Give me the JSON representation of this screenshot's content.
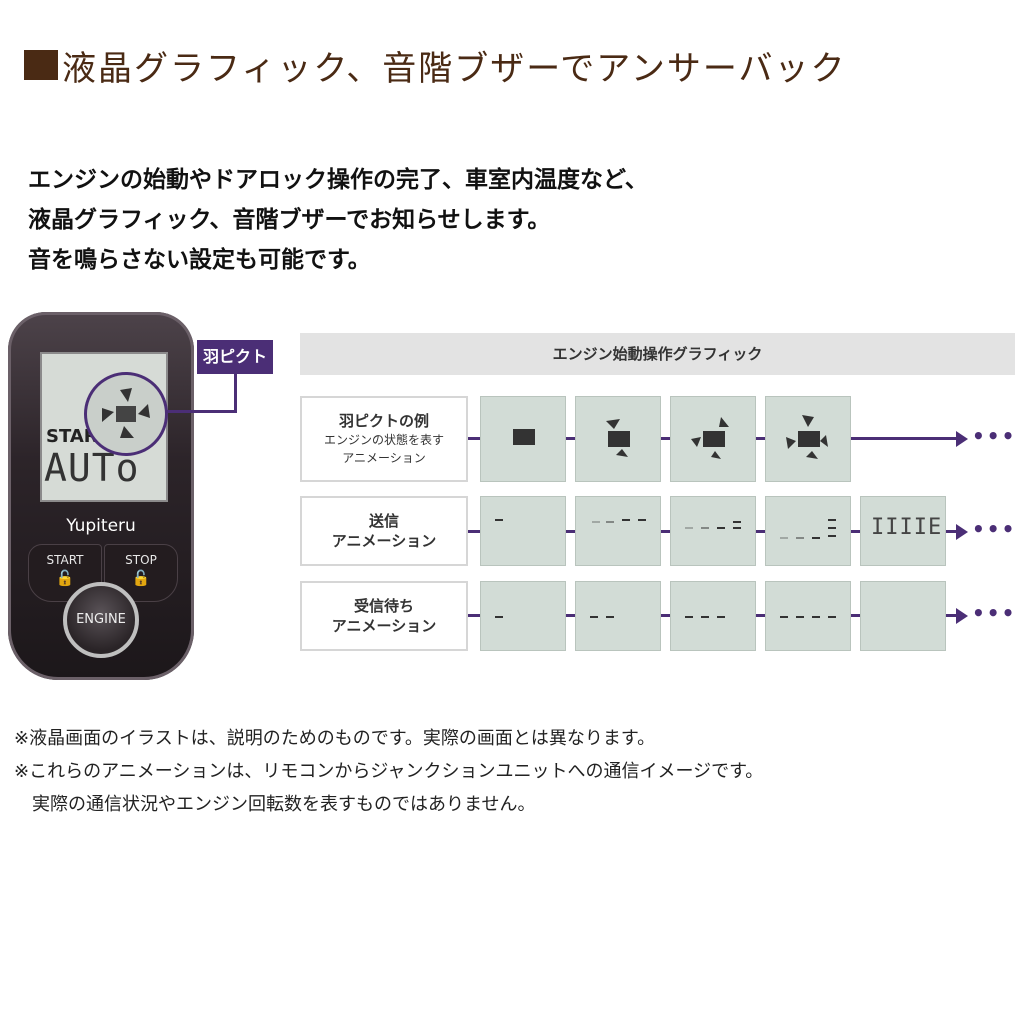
{
  "title": "液晶グラフィック、音階ブザーでアンサーバック",
  "intro": [
    "エンジンの始動やドアロック操作の完了、車室内温度など、",
    "液晶グラフィック、音階ブザーでお知らせします。",
    "音を鳴らさない設定も可能です。"
  ],
  "remote": {
    "lcd_start": "START",
    "lcd_text": "AUTo",
    "brand": "Yupiteru",
    "start_button": "START",
    "stop_button": "STOP",
    "engine_button": "ENGINE",
    "lock_icon": "🔒",
    "callout_label": "羽ピクト"
  },
  "diagram": {
    "header": "エンジン始動操作グラフィック",
    "rows": [
      {
        "main": "羽ピクトの例",
        "sub1": "エンジンの状態を表す",
        "sub2": "アニメーション"
      },
      {
        "main": "送信",
        "main2": "アニメーション"
      },
      {
        "main": "受信待ち",
        "main2": "アニメーション"
      }
    ],
    "lcd_last": "IIIIE",
    "continue": "•••"
  },
  "notes": [
    "※液晶画面のイラストは、説明のためのものです。実際の画面とは異なります。",
    "※これらのアニメーションは、リモコンからジャンクションユニットへの通信イメージです。",
    "　実際の通信状況やエンジン回転数を表すものではありません。"
  ]
}
